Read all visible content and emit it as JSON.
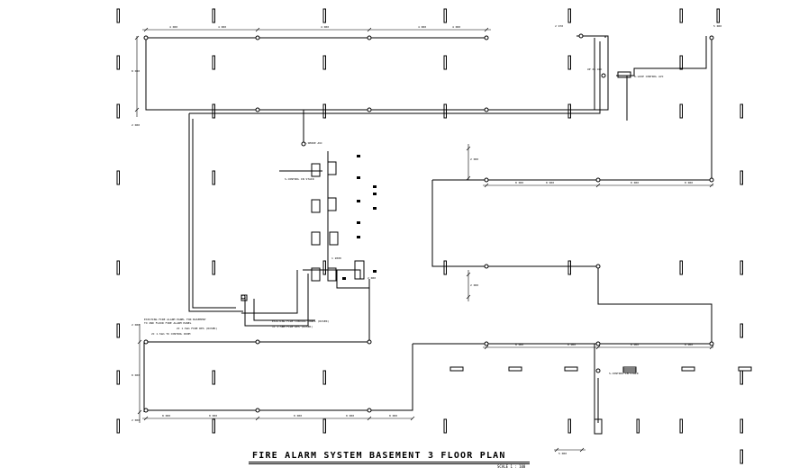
{
  "title": "FIRE ALARM SYSTEM BASEMENT 3 FLOOR PLAN",
  "scale": "SCALE 1 : 100",
  "colors": {
    "ink": "#000000",
    "paper": "#ffffff"
  },
  "dimensions": {
    "top_row": [
      "4 000",
      "4 000",
      "4 000",
      "4 000",
      "4 000"
    ],
    "top_right": [
      "2 970",
      "5 000"
    ],
    "left_vertical": [
      "8 000",
      "2 000"
    ],
    "mid_right_upper": [
      "8 000",
      "8 000",
      "8 000",
      "8 000"
    ],
    "mid_right_lower": [
      "8 000",
      "8 000",
      "8 000",
      "8 000"
    ],
    "lower_row": [
      "8 000",
      "8 000",
      "8 000",
      "8 000",
      "8 000"
    ],
    "bottom_row": [
      "8 000",
      "8 000",
      "8 000",
      "8 000",
      "8 000"
    ],
    "vertical_small": [
      "2 000",
      "2 000",
      "2 000"
    ],
    "bottom_right": "5 000",
    "left_lower_vertical": [
      "2 000",
      "8 000",
      "2 000"
    ]
  },
  "annotations": {
    "stair_upper": "UP 2% AVC",
    "corridor_node": "6-LOOP CONTROL AVC",
    "panel_top": "S-CONTROL IN STAIR",
    "panel_mid": "1 2000",
    "panel_label": "S-SMOKE AVC",
    "left_note_1": "EXISTING FIRE ALARM PANEL FOR BASEMENT",
    "left_note_2": "TO 2ND FLOOR FIRE ALARM PANEL",
    "left_note_3": "2C 1.5mm FIRE RES (RISER)",
    "left_note_4": "2C 1.5mm TO CONTROL ROOM",
    "center_note_1": "EXISTING FIRE CONTROL PANEL (RISER)",
    "center_note_2": "1C 1.5mm FIRE RES (RISER)",
    "right_node": "S-CONTROL IN STAIR"
  }
}
